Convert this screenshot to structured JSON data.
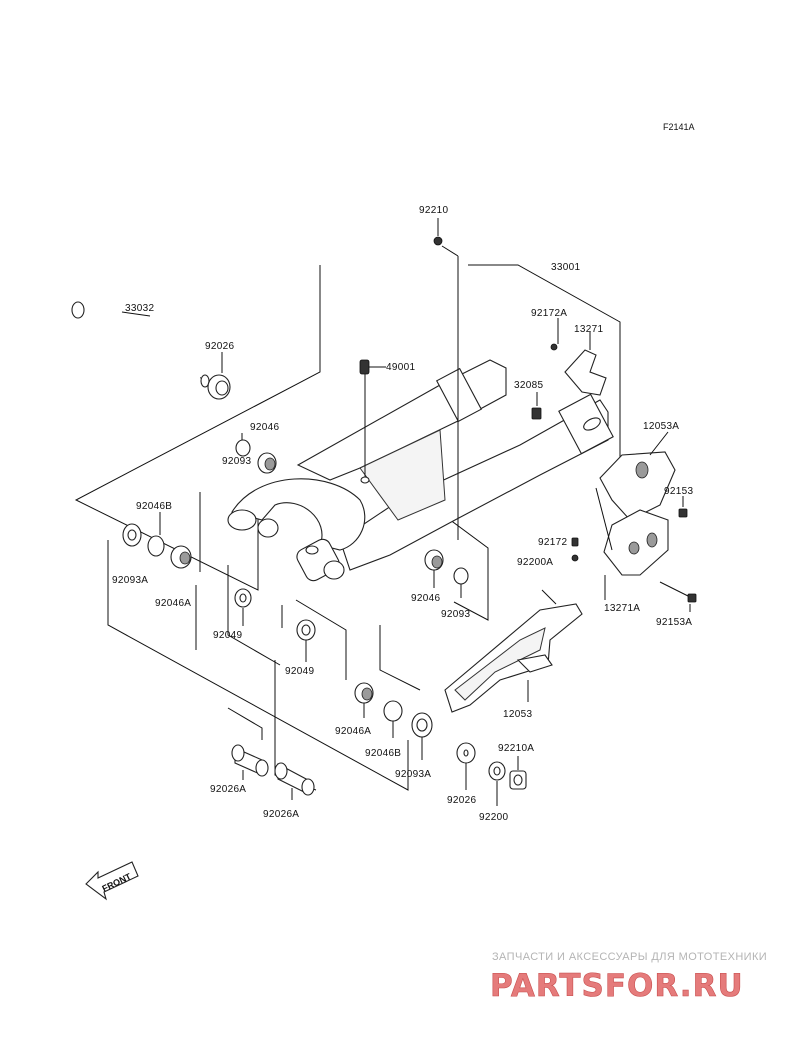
{
  "diagram": {
    "code": "F2141A",
    "front_label": "FRONT",
    "labels": {
      "p92210": "92210",
      "p33001": "33001",
      "p33032": "33032",
      "p92026_top": "92026",
      "p49001": "49001",
      "p92172A": "92172A",
      "p13271": "13271",
      "p32085": "32085",
      "p92046_top": "92046",
      "p92093_top": "92093",
      "p12053A": "12053A",
      "p92046B_left": "92046B",
      "p92153": "92153",
      "p92093A_left": "92093A",
      "p92046A_left": "92046A",
      "p92172": "92172",
      "p92200A": "92200A",
      "p13271A": "13271A",
      "p92153A": "92153A",
      "p92046_mid": "92046",
      "p92093_mid": "92093",
      "p92049_left": "92049",
      "p92049_mid": "92049",
      "p12053": "12053",
      "p92046A_low": "92046A",
      "p92046B_low": "92046B",
      "p92093A_low": "92093A",
      "p92210A": "92210A",
      "p92026_low": "92026",
      "p92200": "92200",
      "p92026A_a": "92026A",
      "p92026A_b": "92026A"
    }
  },
  "watermark": {
    "line1": "ЗАПЧАСТИ И АКСЕССУАРЫ ДЛЯ МОТОТЕХНИКИ",
    "logo": "PARTSFOR.RU"
  }
}
